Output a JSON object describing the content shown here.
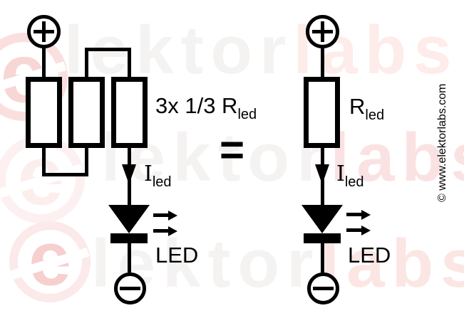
{
  "page": {
    "background": "#ffffff",
    "ink": "#000000"
  },
  "watermark": {
    "logo_letter": "e",
    "text_gray": "lektor",
    "text_pink": "labs",
    "color_gray": "#f5f3f2",
    "row1_pink": "#fdecea",
    "row2_pink": "#fbe2e2",
    "row3_pink": "#fbe6e4"
  },
  "copyright": {
    "text": "© www.elektorlabs.com"
  },
  "equals_sign": "=",
  "left_circuit": {
    "positive_terminal": "+",
    "negative_terminal": "−",
    "resistor_label_main": "3x 1/3 R",
    "resistor_label_sub": "led",
    "current_label_main": "I",
    "current_label_sub": "led",
    "led_label": "LED"
  },
  "right_circuit": {
    "positive_terminal": "+",
    "negative_terminal": "−",
    "resistor_label_main": "R",
    "resistor_label_sub": "led",
    "current_label_main": "I",
    "current_label_sub": "led",
    "led_label": "LED"
  }
}
